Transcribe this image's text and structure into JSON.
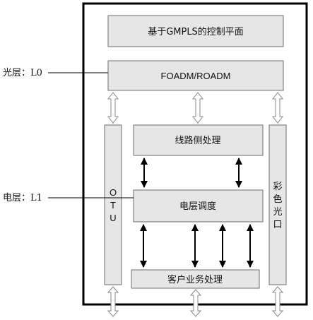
{
  "diagram": {
    "control_plane": "基于GMPLS的控制平面",
    "optical_switch": "FOADM/ROADM",
    "line_side": "线路侧处理",
    "electrical_cross_connect": "电层调度",
    "client_service": "客户业务处理",
    "otu": [
      "O",
      "T",
      "U"
    ],
    "colored_port": [
      "彩",
      "色",
      "光",
      "口"
    ],
    "layer_optical": "光层：L0",
    "layer_electrical": "电层：L1"
  },
  "colors": {
    "box_fill": "#e6e6e6",
    "box_stroke": "#6e6e6e",
    "frame": "#000000",
    "hollow_arrow_stroke": "#8a8a8a"
  }
}
